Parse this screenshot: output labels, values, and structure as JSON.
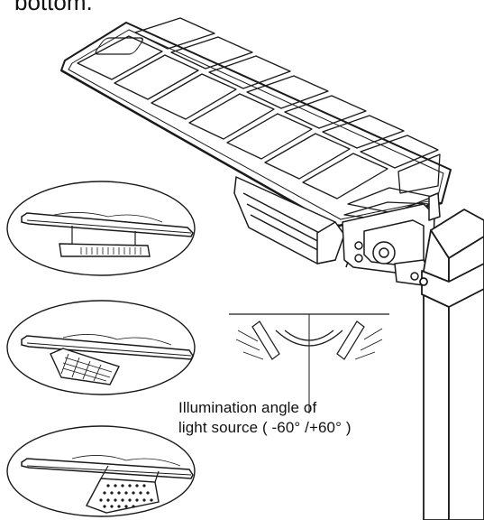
{
  "top_fragment": "bottom.",
  "caption": {
    "line1": "Illumination angle of",
    "line2": "light source ( -60° /+60° )"
  },
  "colors": {
    "stroke": "#1a1a1a",
    "background": "#ffffff",
    "light_gray": "#bdbdbd"
  }
}
